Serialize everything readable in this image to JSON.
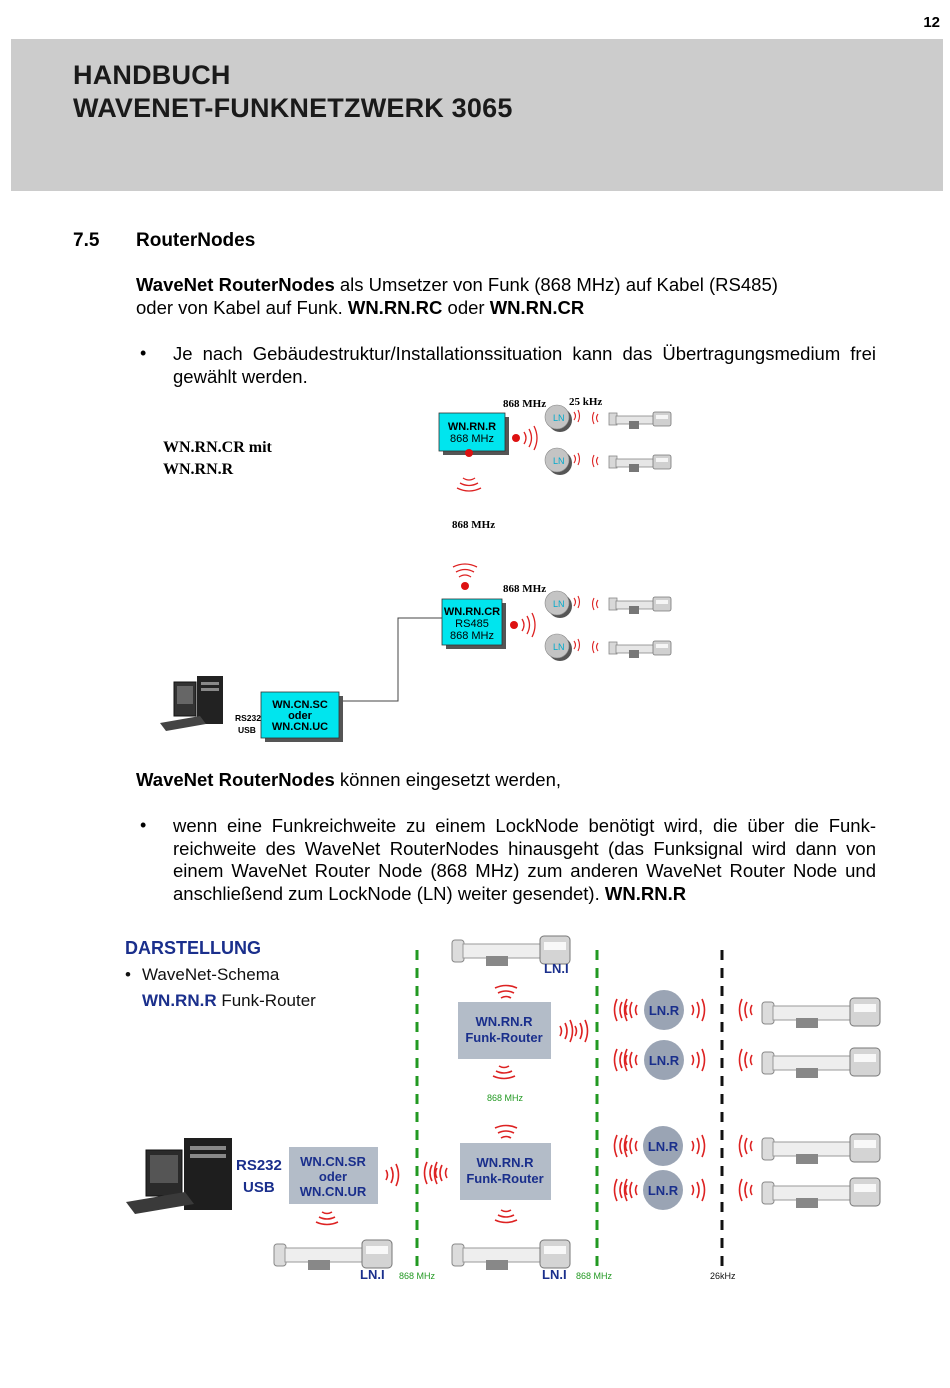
{
  "page_number": "12",
  "header": {
    "line1": "HANDBUCH",
    "line2": "WAVENET-FUNKNETZWERK 3065"
  },
  "section": {
    "number": "7.5",
    "title": "RouterNodes"
  },
  "intro": {
    "bold1": "WaveNet RouterNodes",
    "text1": " als Umsetzer von Funk (868 MHz) auf Kabel (RS485)",
    "text2": "oder von Kabel auf Funk. ",
    "bold2": "WN.RN.RC",
    "text3": " oder ",
    "bold3": "WN.RN.CR"
  },
  "bullet1": "Je nach Gebäudestruktur/Installationssituation kann das Übertragungsmedium frei gewählt werden.",
  "diagram1": {
    "caption_line1": "WN.RN.CR mit",
    "caption_line2": "WN.RN.R",
    "router_top_line1": "WN.RN.R",
    "router_top_line2": "868 MHz",
    "freq_top": "868 MHz",
    "freq_khz": "25 kHz",
    "ln": "LN",
    "freq_middle": "868 MHz",
    "freq_cr": "868 MHz",
    "router_cr_line1": "WN.RN.CR",
    "router_cr_line2": "RS485",
    "router_cr_line3": "868 MHz",
    "pc_label_line1": "RS232",
    "pc_label_line2": "USB",
    "cn_line1": "WN.CN.SC",
    "cn_line2": "oder",
    "cn_line3": "WN.CN.UC"
  },
  "usage": {
    "bold": "WaveNet RouterNodes",
    "text": " können eingesetzt werden,"
  },
  "bullet2": {
    "text": "wenn eine Funkreichweite zu einem LockNode benötigt wird, die über die Funk-reichweite des WaveNet RouterNodes hinausgeht (das Funksignal wird dann von einem WaveNet Router Node (868 MHz) zum anderen WaveNet Router Node und anschließend zum LockNode (LN) weiter gesendet). ",
    "bold": "WN.RN.R"
  },
  "diagram2": {
    "title": "DARSTELLUNG",
    "bullet": "WaveNet-Schema",
    "subtitle_bold": "WN.RN.R",
    "subtitle_rest": " Funk-Router",
    "router_line1": "WN.RN.R",
    "router_line2": "Funk-Router",
    "lnr": "LN.R",
    "lni": "LN.I",
    "freq": "868 MHz",
    "freq_khz": "26kHz",
    "pc_line1": "RS232",
    "pc_line2": "USB",
    "cn_line1": "WN.CN.SR",
    "cn_line2": "oder",
    "cn_line3": "WN.CN.UR"
  },
  "colors": {
    "header_bg": "#cccccc",
    "cyan_box": "#00e5ee",
    "router_box": "#b3bcc8",
    "lnr_circle": "#9aa4b4",
    "navy": "#1a2f8c",
    "signal_red": "#dd2222",
    "green_dash": "#229922"
  }
}
